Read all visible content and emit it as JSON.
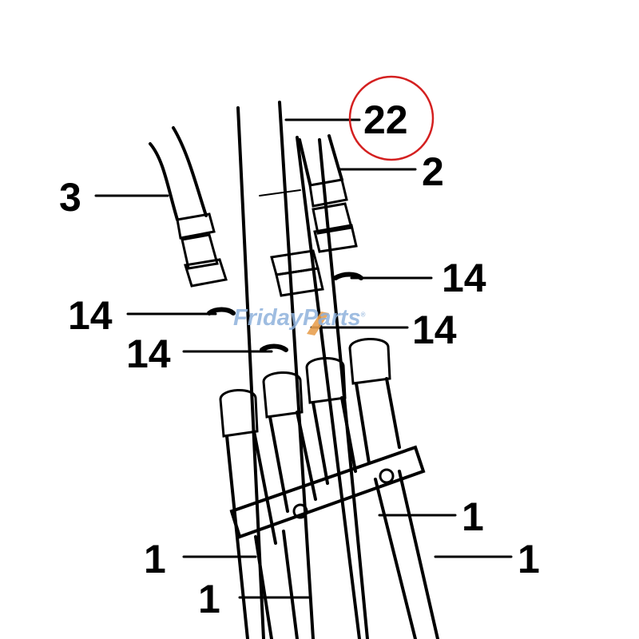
{
  "diagram": {
    "type": "exploded-parts-diagram",
    "subject": "hydraulic hose assembly with fittings and clamp bracket",
    "callouts": [
      {
        "id": "c22",
        "label": "22",
        "highlighted": true,
        "highlight_color": "#d42020"
      },
      {
        "id": "c2",
        "label": "2"
      },
      {
        "id": "c3",
        "label": "3"
      },
      {
        "id": "c14a",
        "label": "14"
      },
      {
        "id": "c14b",
        "label": "14"
      },
      {
        "id": "c14c",
        "label": "14"
      },
      {
        "id": "c14d",
        "label": "14"
      },
      {
        "id": "c1a",
        "label": "1"
      },
      {
        "id": "c1b",
        "label": "1"
      },
      {
        "id": "c1c",
        "label": "1"
      },
      {
        "id": "c1d",
        "label": "1"
      }
    ],
    "watermark": {
      "text": "FridayParts",
      "registered": "®",
      "color": "#8fb2dc",
      "accent_color": "#e8a050"
    },
    "line_color": "#000000",
    "background": "#ffffff"
  }
}
